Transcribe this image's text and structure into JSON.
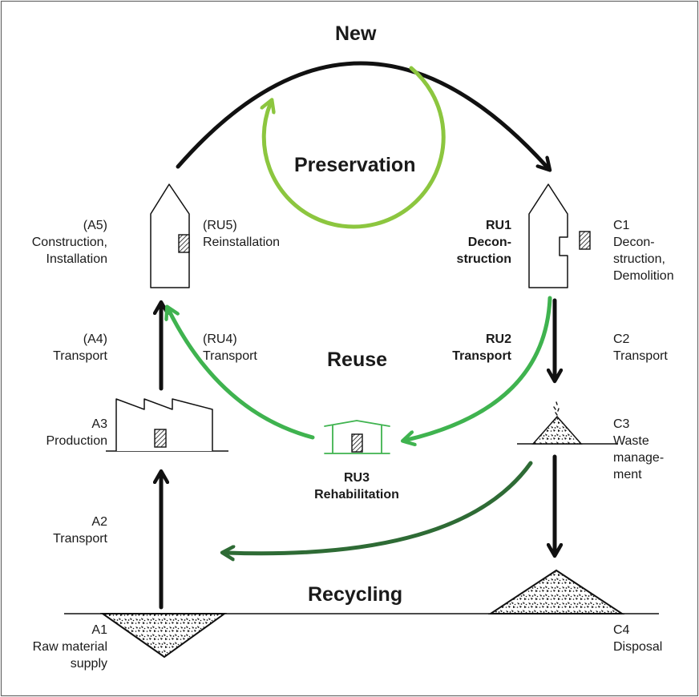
{
  "cycles": {
    "new": "New",
    "preservation": "Preservation",
    "reuse": "Reuse",
    "recycling": "Recycling"
  },
  "stages": {
    "a5": "(A5)\nConstruction,\nInstallation",
    "ru5": "(RU5)\nReinstallation",
    "a4": "(A4)\nTransport",
    "ru4": "(RU4)\nTransport",
    "a3": "A3\nProduction",
    "a2": "A2\nTransport",
    "a1": "A1\nRaw material\nsupply",
    "ru1": "RU1\nDecon-\nstruction",
    "c1": "C1\nDecon-\nstruction,\nDemolition",
    "ru2": "RU2\nTransport",
    "c2": "C2\nTransport",
    "c3": "C3\nWaste\nmanage-\nment",
    "ru3": "RU3\nRehabilitation",
    "c4": "C4\nDisposal"
  },
  "colors": {
    "black": "#111111",
    "preservation_green": "#8cc63f",
    "reuse_green": "#3fb34f",
    "recycling_green": "#2e6b35",
    "frame": "#666666"
  }
}
